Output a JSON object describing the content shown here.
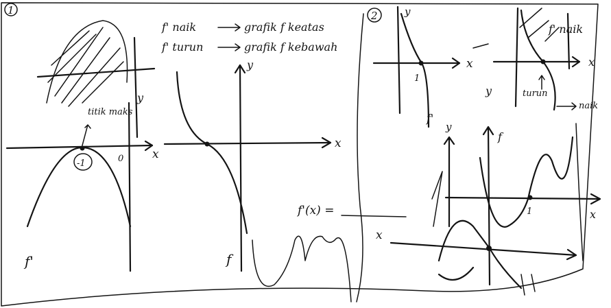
{
  "sheet": {
    "left": {
      "label_section": "1",
      "rule_increasing": "f' naik",
      "rule_increasing_result": "grafik f keatas",
      "rule_decreasing": "f' turun",
      "rule_decreasing_result": "grafik f kebawah",
      "max_point_label": "titik maks",
      "circled_value": "-1",
      "origin_label": "0",
      "x_label": "x",
      "y_label": "y",
      "fprime_label": "f'",
      "f_label": "f",
      "fx_eq": "f'(x) ="
    },
    "right": {
      "label_section": "2",
      "x_label": "x",
      "y_label": "y",
      "one_label": "1",
      "fprime_naik": "f' naik",
      "turun_label": "turun",
      "naik_label": "naik",
      "fprime_label": "f'",
      "f_label": "f"
    }
  },
  "ink_color": "#141414"
}
